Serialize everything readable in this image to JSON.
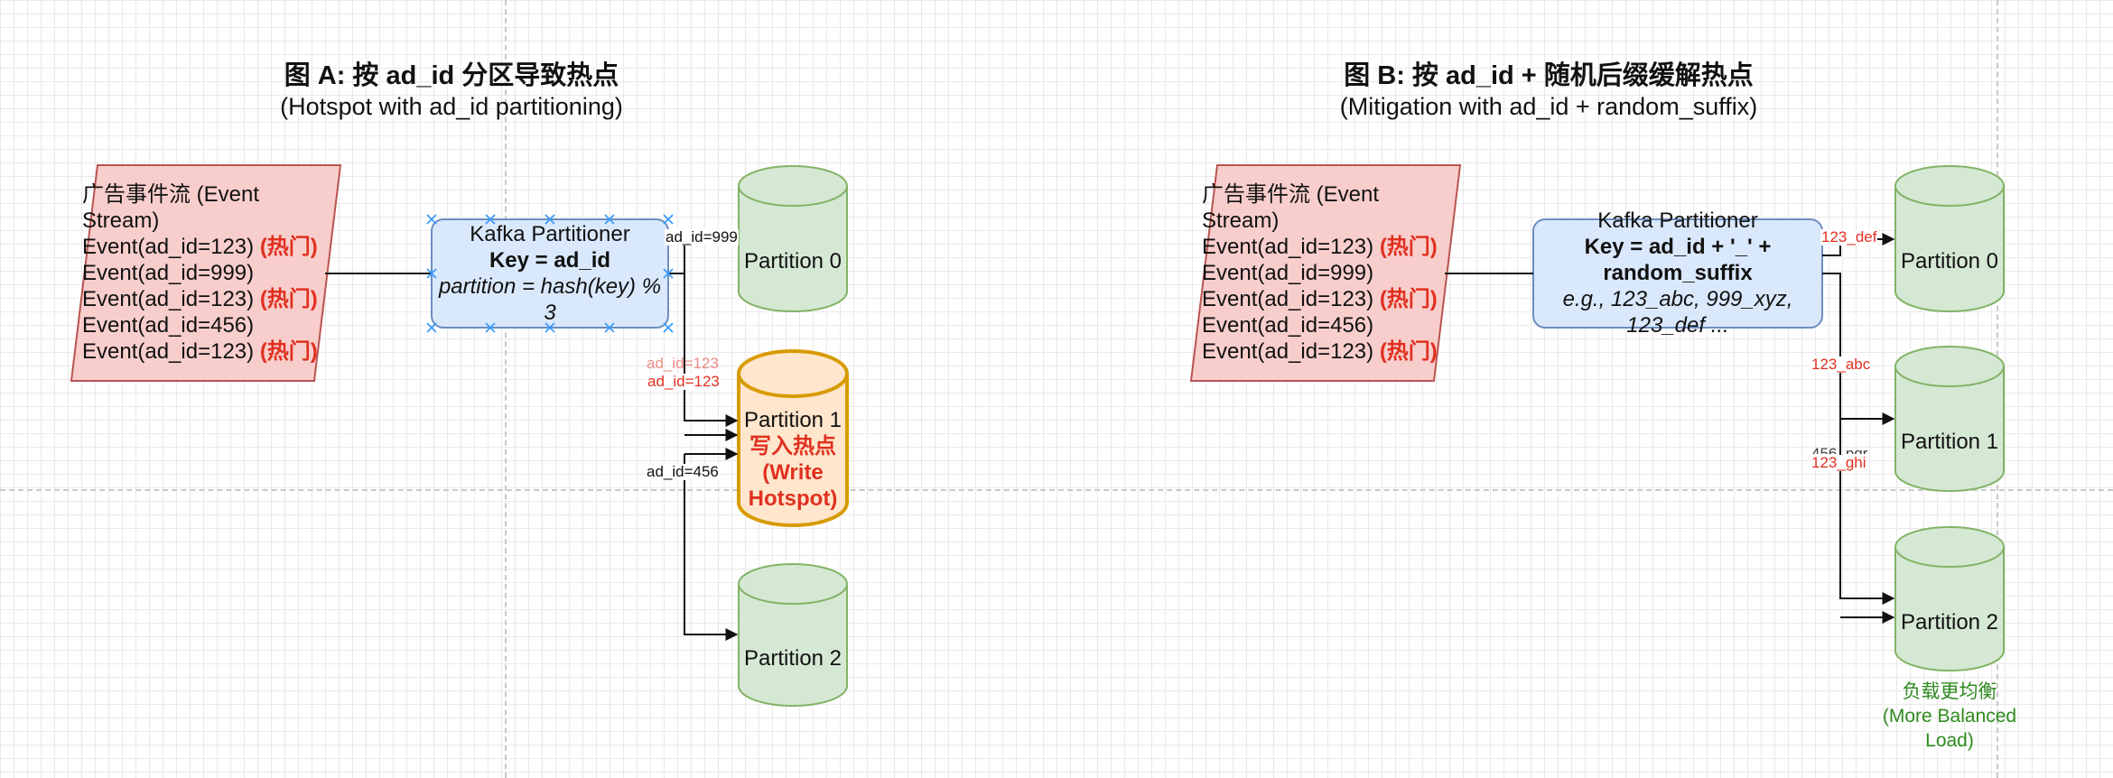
{
  "diagram_a": {
    "title": "图 A: 按 ad_id 分区导致热点",
    "subtitle": "(Hotspot with ad_id partitioning)",
    "stream": {
      "header_line1": "广告事件流 (Event",
      "header_line2": "Stream)",
      "events": [
        {
          "text": "Event(ad_id=123) ",
          "hot": "(热门)"
        },
        {
          "text": "Event(ad_id=999)",
          "hot": ""
        },
        {
          "text": "Event(ad_id=123) ",
          "hot": "(热门)"
        },
        {
          "text": "Event(ad_id=456)",
          "hot": ""
        },
        {
          "text": "Event(ad_id=123) ",
          "hot": "(热门)"
        }
      ]
    },
    "partitioner": {
      "name": "Kafka Partitioner",
      "key": "Key = ad_id",
      "formula_line1": "partition = hash(key) %",
      "formula_line2": "3"
    },
    "partitions": {
      "p0": "Partition 0",
      "p1": "Partition 1",
      "p1_hot_line1": "写入热点",
      "p1_hot_line2": "(Write",
      "p1_hot_line3": "Hotspot)",
      "p2": "Partition 2"
    },
    "edges": {
      "to_p0": "ad_id=999",
      "to_p1": "ad_id=123",
      "to_p1_hidden": "ad_id=123",
      "to_p2": "ad_id=456"
    }
  },
  "diagram_b": {
    "title": "图 B: 按 ad_id + 随机后缀缓解热点",
    "subtitle": "(Mitigation with ad_id + random_suffix)",
    "stream": {
      "header_line1": "广告事件流 (Event",
      "header_line2": "Stream)",
      "events": [
        {
          "text": "Event(ad_id=123) ",
          "hot": "(热门)"
        },
        {
          "text": "Event(ad_id=999)",
          "hot": ""
        },
        {
          "text": "Event(ad_id=123) ",
          "hot": "(热门)"
        },
        {
          "text": "Event(ad_id=456)",
          "hot": ""
        },
        {
          "text": "Event(ad_id=123) ",
          "hot": "(热门)"
        }
      ]
    },
    "partitioner": {
      "name": "Kafka Partitioner",
      "key_line1": "Key = ad_id + '_' +",
      "key_line2": "random_suffix",
      "example_line1": "e.g., 123_abc, 999_xyz,",
      "example_line2": "123_def ..."
    },
    "partitions": {
      "p0": "Partition 0",
      "p1": "Partition 1",
      "p2": "Partition 2"
    },
    "edges": {
      "to_p0": "123_def",
      "to_p1": "123_abc",
      "to_p2_hidden": "456_pqr",
      "to_p2": "123_ghi"
    },
    "balanced_line1": "负载更均衡",
    "balanced_line2": "(More Balanced",
    "balanced_line3": "Load)"
  },
  "colors": {
    "stream_fill": "#f8cecc",
    "stream_stroke": "#b85450",
    "partitioner_fill": "#dae8fc",
    "partitioner_stroke": "#6c8ebf",
    "partition_fill": "#d5e8d4",
    "partition_stroke": "#82b366",
    "hotspot_fill": "#ffe6cc",
    "hotspot_stroke": "#d79b00",
    "hot_text": "#e03020",
    "balanced_text": "#2e8b1e",
    "selection_handle": "#3399ff"
  }
}
